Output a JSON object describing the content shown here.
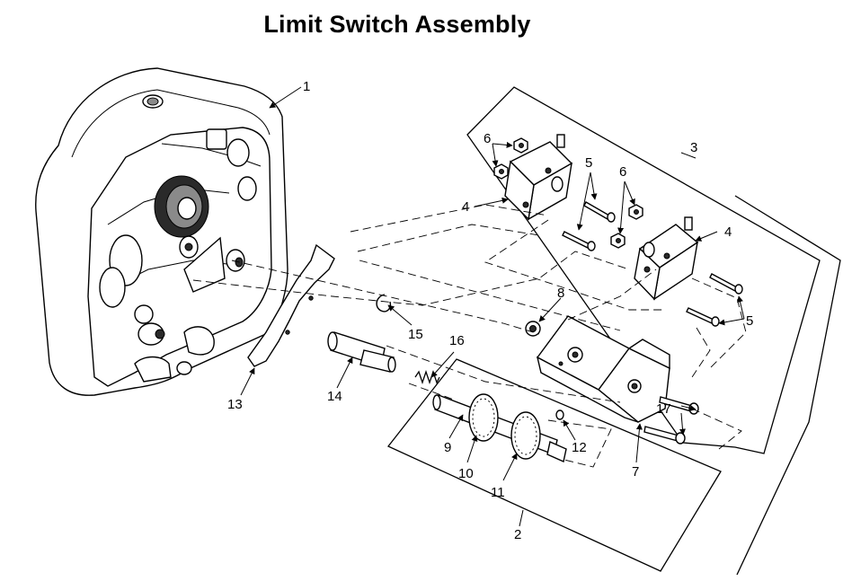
{
  "title": "Limit Switch Assembly",
  "callouts": [
    "1",
    "2",
    "3",
    "4",
    "4",
    "5",
    "5",
    "6",
    "6",
    "7",
    "8",
    "9",
    "10",
    "11",
    "12",
    "13",
    "14",
    "15",
    "16",
    "17"
  ]
}
